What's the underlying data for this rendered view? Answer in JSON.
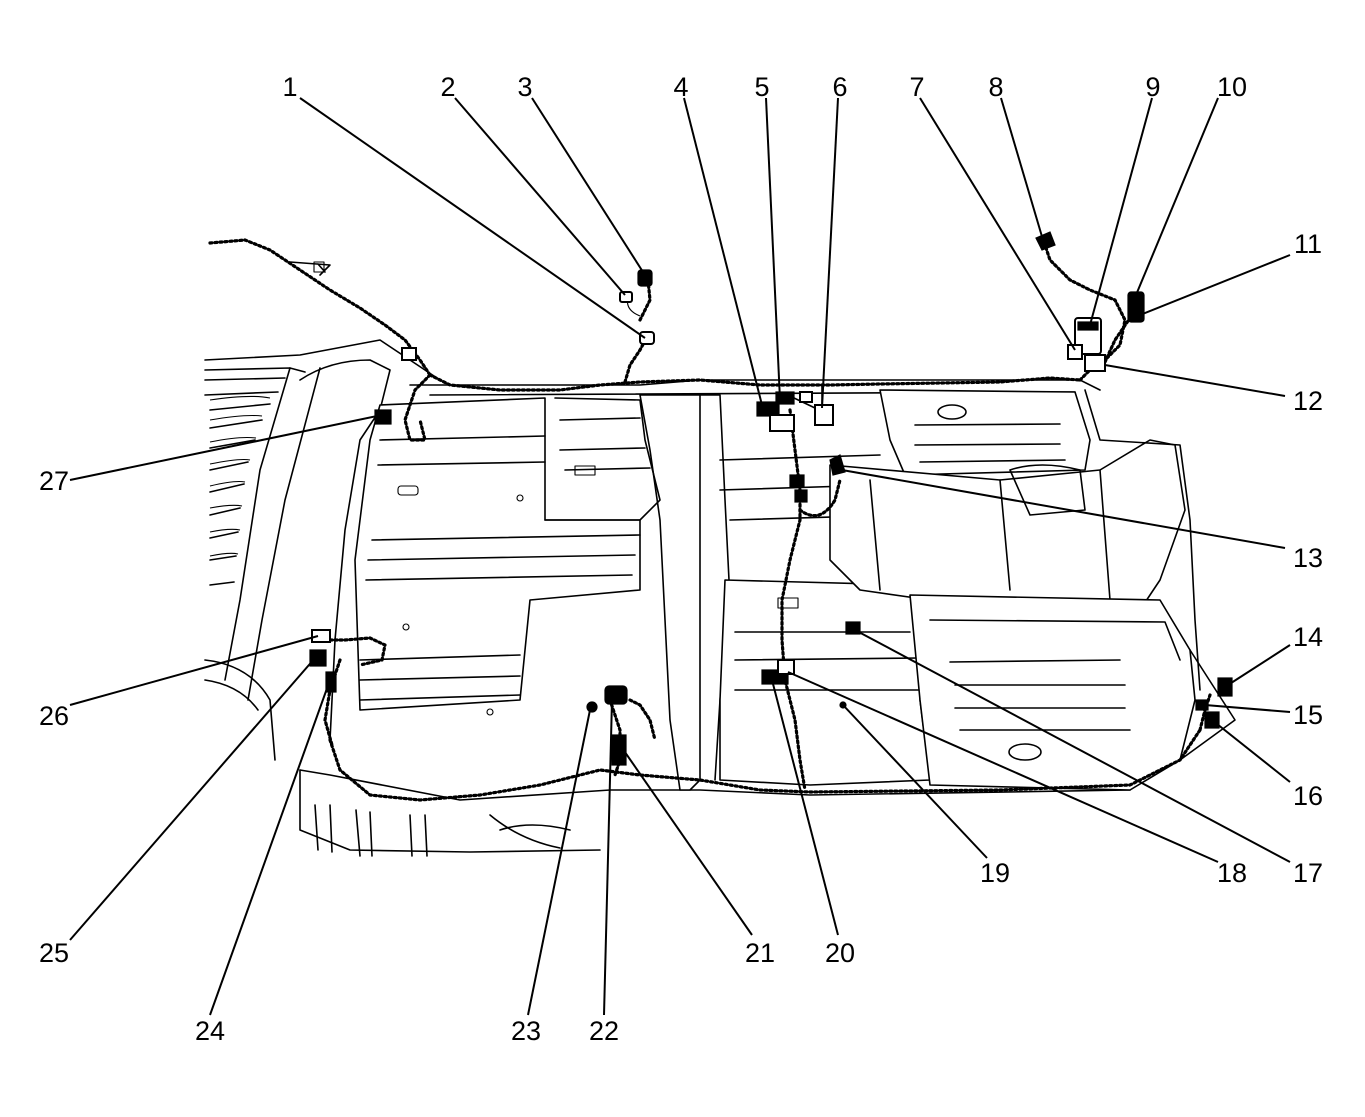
{
  "callouts": [
    {
      "label": "1"
    },
    {
      "label": "2"
    },
    {
      "label": "3"
    },
    {
      "label": "4"
    },
    {
      "label": "5"
    },
    {
      "label": "6"
    },
    {
      "label": "7"
    },
    {
      "label": "8"
    },
    {
      "label": "9"
    },
    {
      "label": "10"
    },
    {
      "label": "11"
    },
    {
      "label": "12"
    },
    {
      "label": "13"
    },
    {
      "label": "14"
    },
    {
      "label": "15"
    },
    {
      "label": "16"
    },
    {
      "label": "17"
    },
    {
      "label": "18"
    },
    {
      "label": "19"
    },
    {
      "label": "20"
    },
    {
      "label": "21"
    },
    {
      "label": "22"
    },
    {
      "label": "23"
    },
    {
      "label": "24"
    },
    {
      "label": "25"
    },
    {
      "label": "26"
    },
    {
      "label": "27"
    }
  ]
}
